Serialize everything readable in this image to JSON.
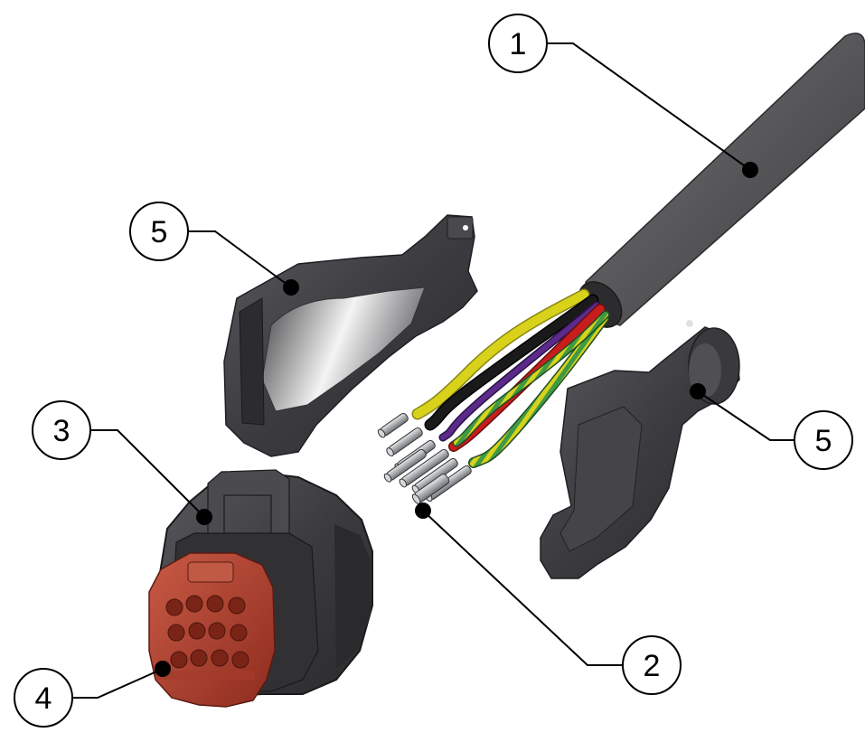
{
  "callouts": [
    {
      "id": "c1",
      "label": "1"
    },
    {
      "id": "c2",
      "label": "2"
    },
    {
      "id": "c3",
      "label": "3"
    },
    {
      "id": "c4",
      "label": "4"
    },
    {
      "id": "c5a",
      "label": "5"
    },
    {
      "id": "c5b",
      "label": "5"
    }
  ],
  "colors": {
    "background": "#ffffff",
    "cable_jacket": "#5a5a5c",
    "connector_body": "#3c3c3f",
    "insert": "#b5402f",
    "wire_yellow": "#d8d21a",
    "wire_black": "#111111",
    "wire_red": "#c81d1d",
    "wire_green_yellow": "#3f9a45",
    "wire_violet": "#5b2a8a",
    "pin_metal": "#b9bcc0",
    "callout_line": "#000000"
  },
  "parts": [
    {
      "id": "cable",
      "icon": "cable-icon"
    },
    {
      "id": "terminals",
      "icon": "pin-terminal-icon"
    },
    {
      "id": "housing",
      "icon": "connector-housing-icon"
    },
    {
      "id": "insert",
      "icon": "contact-insert-icon"
    },
    {
      "id": "backshell-left",
      "icon": "backshell-half-icon"
    },
    {
      "id": "backshell-right",
      "icon": "backshell-half-icon"
    }
  ]
}
